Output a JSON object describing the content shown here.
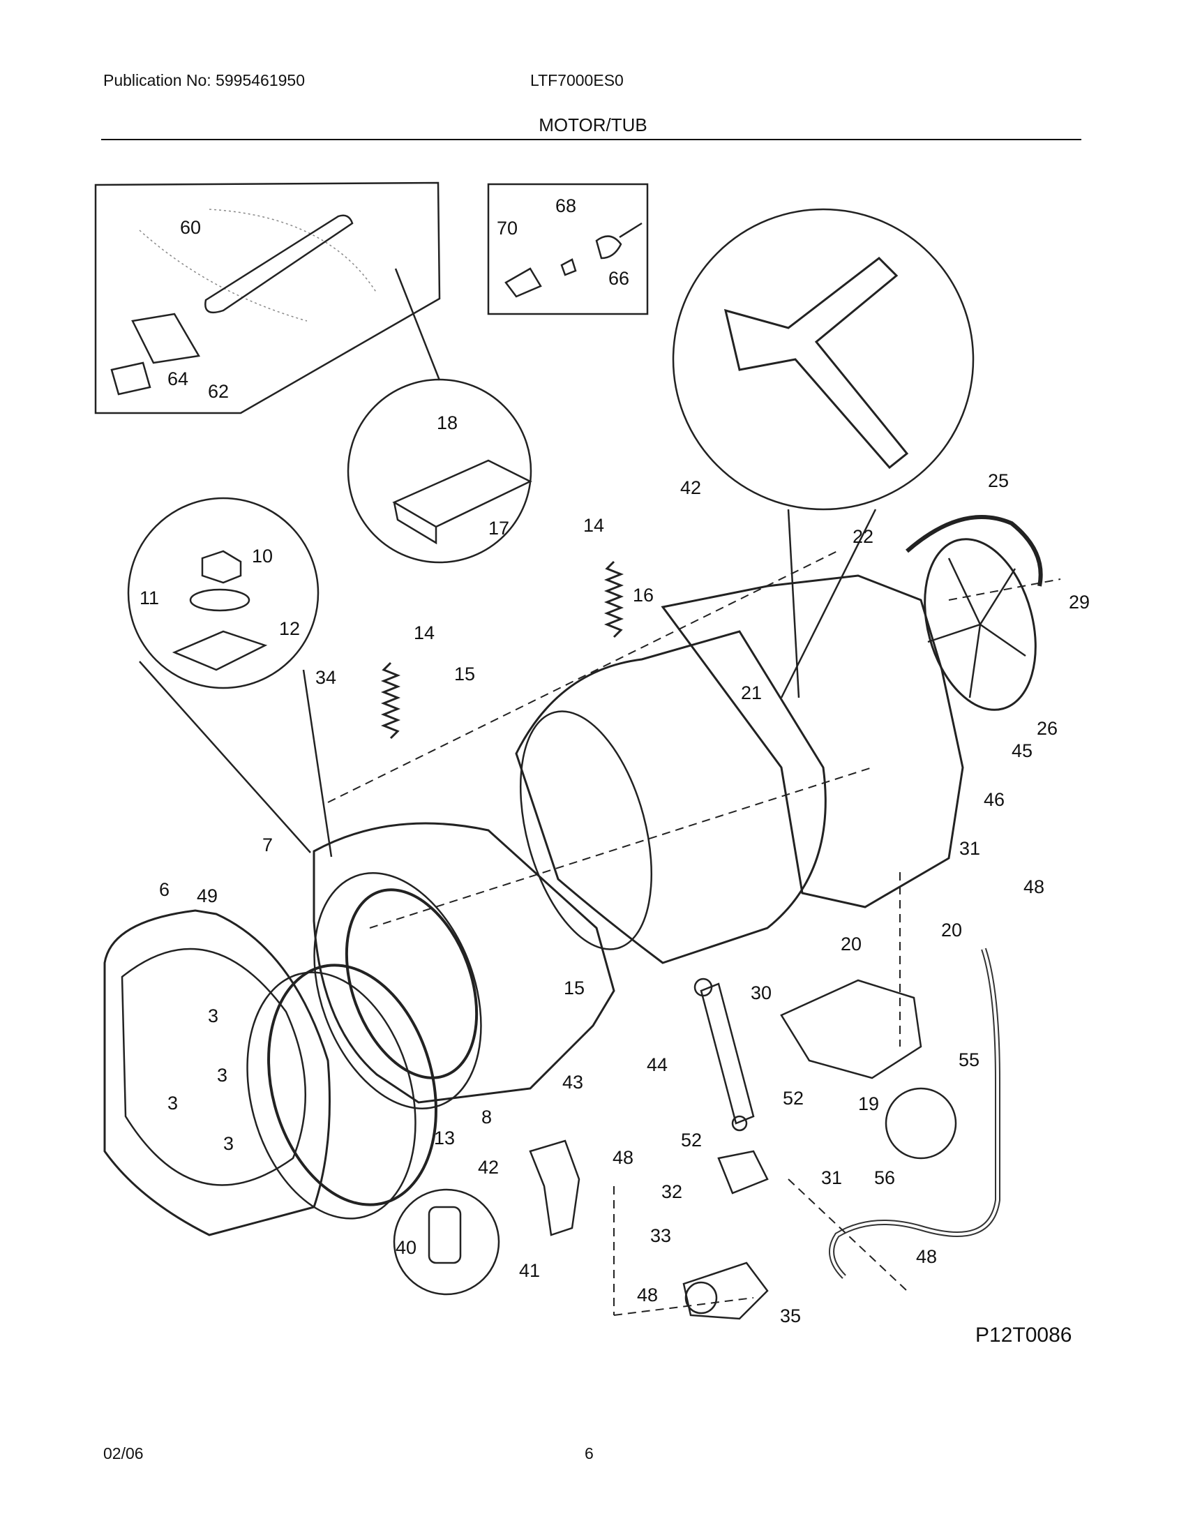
{
  "header": {
    "publication": "Publication No: 5995461950",
    "model": "LTF7000ES0",
    "section": "MOTOR/TUB"
  },
  "diagram": {
    "reference": "P12T0086",
    "callouts": [
      "60",
      "62",
      "64",
      "70",
      "68",
      "66",
      "18",
      "17",
      "10",
      "11",
      "12",
      "14",
      "14",
      "15",
      "16",
      "42",
      "25",
      "22",
      "29",
      "34",
      "21",
      "26",
      "45",
      "46",
      "7",
      "6",
      "49",
      "3",
      "3",
      "3",
      "3",
      "31",
      "48",
      "20",
      "20",
      "30",
      "15",
      "52",
      "52",
      "43",
      "44",
      "19",
      "55",
      "13",
      "8",
      "42",
      "48",
      "31",
      "32",
      "56",
      "33",
      "40",
      "41",
      "48",
      "48",
      "35"
    ]
  },
  "footer": {
    "date": "02/06",
    "page": "6"
  }
}
